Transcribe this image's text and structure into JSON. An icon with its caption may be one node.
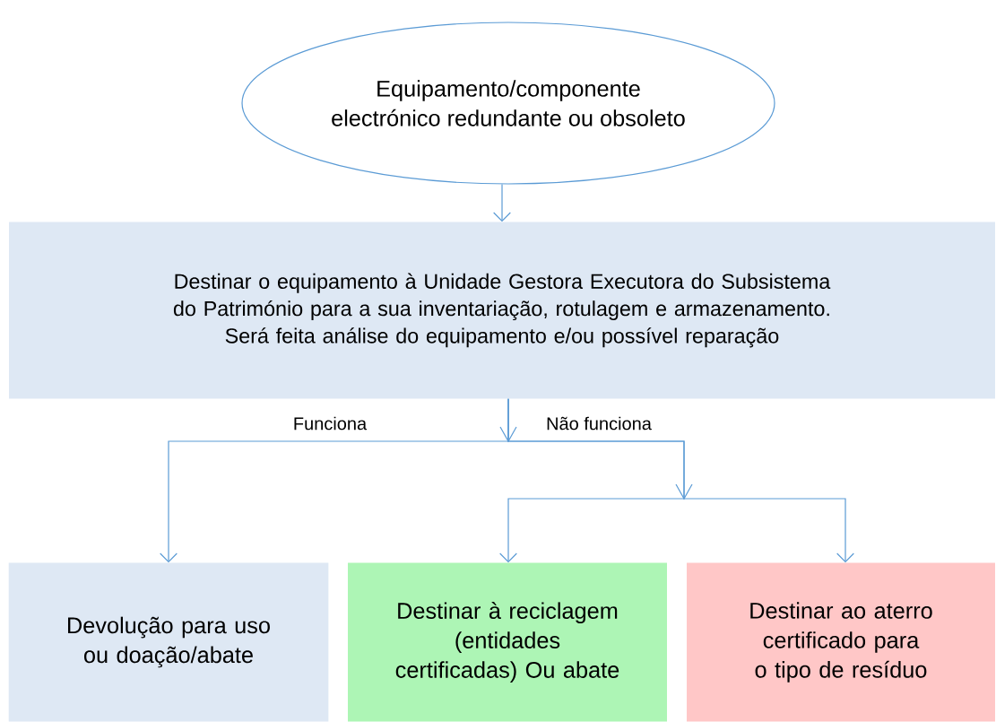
{
  "diagram": {
    "nodes": [
      {
        "text": [
          "Equipamento/componente electrónico redundante ou obsoleto"
        ]
      },
      {
        "text": [
          "Destinar o equipamento à Unidade Gestora Executora do Subsistema do Património para a sua inventariação, rotulagem e armazenamento. Será feita análise do equipamento e/ou possível reparação"
        ]
      },
      {
        "text": [
          "Devolução para uso ou doação/abate"
        ]
      },
      {
        "text": [
          "Destinar à reciclagem (entidades certificadas) Ou abate"
        ]
      },
      {
        "text": [
          "Destinar ao aterro certificado para o tipo de resíduo"
        ]
      }
    ],
    "edges": [
      {
        "from": 0,
        "to": 1,
        "arrow": "to"
      },
      {
        "from": 1,
        "to": 2,
        "arrow": "to",
        "label": "Funciona"
      },
      {
        "from": 1,
        "to": 3,
        "arrow": "to",
        "label": "Não funciona"
      },
      {
        "from": 1,
        "to": 4,
        "arrow": "to"
      }
    ]
  }
}
